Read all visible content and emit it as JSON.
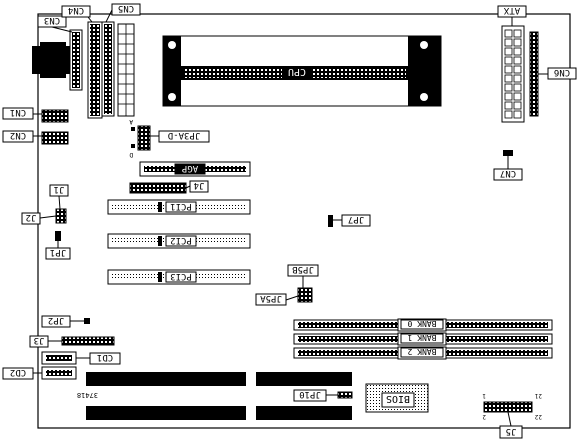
{
  "labels": {
    "cn3": "CN3",
    "cn4": "CN4",
    "cn5": "CN5",
    "cn1": "CN1",
    "cn2": "CN2",
    "jp3ad": "JP3A-D",
    "agp": "AGP",
    "j4": "J4",
    "j1": "J1",
    "j2": "J2",
    "jp1": "JP1",
    "pci1": "PCI1",
    "pci2": "PCI2",
    "pci3": "PCI3",
    "jp7": "JP7",
    "jp5b": "JP5B",
    "jp5a": "JP5A",
    "atx": "ATX",
    "cn6": "CN6",
    "cn7": "CN7",
    "cpu": "CPU",
    "jp2": "JP2",
    "j3": "J3",
    "cd1": "CD1",
    "cd2": "CD2",
    "bank0": "BANK 0",
    "bank1": "BANK 1",
    "bank2": "BANK 2",
    "jp10": "JP10",
    "bios": "BIOS",
    "j5": "J5",
    "code": "37418",
    "pin1": "1",
    "pin2": "2",
    "pin21": "21",
    "pin22": "22",
    "jpA": "A",
    "jpD": "D"
  }
}
